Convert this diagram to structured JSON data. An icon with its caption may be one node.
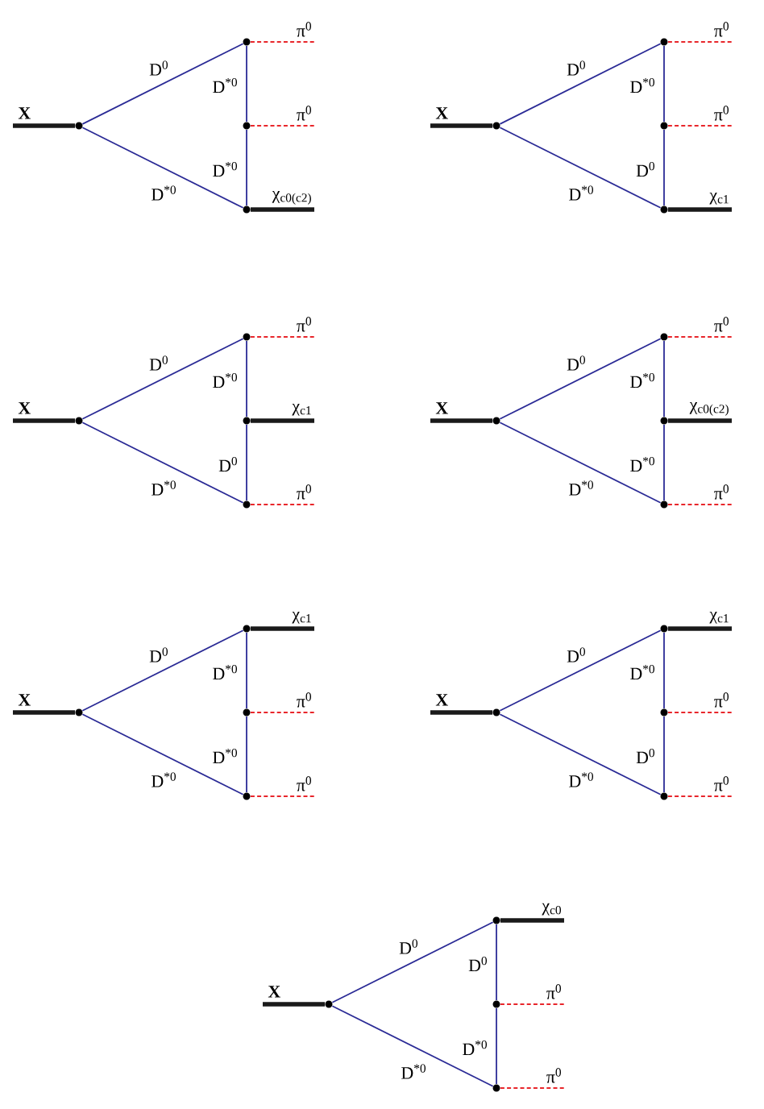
{
  "diagram": {
    "nodes": [
      {
        "text": [],
        "shape": "circle"
      },
      {
        "text": [],
        "shape": "circle"
      },
      {
        "text": [],
        "shape": "circle"
      },
      {
        "text": [],
        "shape": "circle"
      },
      {
        "text": [],
        "shape": "circle"
      },
      {
        "text": [],
        "shape": "circle"
      },
      {
        "text": [],
        "shape": "circle"
      },
      {
        "text": [],
        "shape": "circle"
      },
      {
        "text": [],
        "shape": "circle"
      },
      {
        "text": [],
        "shape": "circle"
      },
      {
        "text": [],
        "shape": "circle"
      },
      {
        "text": [],
        "shape": "circle"
      },
      {
        "text": [],
        "shape": "circle"
      },
      {
        "text": [],
        "shape": "circle"
      },
      {
        "text": [],
        "shape": "circle"
      },
      {
        "text": [],
        "shape": "circle"
      },
      {
        "text": [],
        "shape": "circle"
      },
      {
        "text": [],
        "shape": "circle"
      },
      {
        "text": [],
        "shape": "circle"
      },
      {
        "text": [],
        "shape": "circle"
      },
      {
        "text": [],
        "shape": "circle"
      },
      {
        "text": [],
        "shape": "circle"
      },
      {
        "text": [],
        "shape": "circle"
      },
      {
        "text": [],
        "shape": "circle"
      },
      {
        "text": [],
        "shape": "circle"
      },
      {
        "text": [],
        "shape": "circle"
      },
      {
        "text": [],
        "shape": "circle"
      },
      {
        "text": [],
        "shape": "circle"
      }
    ],
    "edges": [
      {
        "from": null,
        "to": 0,
        "arrow": "none",
        "label": "X",
        "style": "thick",
        "color": "#1a1a1a"
      },
      {
        "from": 0,
        "to": 1,
        "arrow": "none",
        "label": "D$^{0}$"
      },
      {
        "from": 0,
        "to": 3,
        "arrow": "none",
        "label": "D$^{*0}$"
      },
      {
        "from": 1,
        "to": 2,
        "arrow": "none",
        "label": "D$^{*0}$"
      },
      {
        "from": 2,
        "to": 3,
        "arrow": "none",
        "label": "D$^{*0}$"
      },
      {
        "from": 1,
        "to": null,
        "arrow": "none",
        "label": "π$^{0}$",
        "style": "dashed",
        "color": "#e8262b"
      },
      {
        "from": 2,
        "to": null,
        "arrow": "none",
        "label": "π$^{0}$",
        "style": "dashed",
        "color": "#e8262b"
      },
      {
        "from": 3,
        "to": null,
        "arrow": "none",
        "label": "χ$_{c0(c2)}$",
        "style": "thick",
        "color": "#1a1a1a"
      },
      {
        "from": null,
        "to": 4,
        "arrow": "none",
        "label": "X",
        "style": "thick",
        "color": "#1a1a1a"
      },
      {
        "from": 4,
        "to": 5,
        "arrow": "none",
        "label": "D$^{0}$"
      },
      {
        "from": 4,
        "to": 7,
        "arrow": "none",
        "label": "D$^{*0}$"
      },
      {
        "from": 5,
        "to": 6,
        "arrow": "none",
        "label": "D$^{*0}$"
      },
      {
        "from": 6,
        "to": 7,
        "arrow": "none",
        "label": "D$^{0}$"
      },
      {
        "from": 5,
        "to": null,
        "arrow": "none",
        "label": "π$^{0}$",
        "style": "dashed",
        "color": "#e8262b"
      },
      {
        "from": 6,
        "to": null,
        "arrow": "none",
        "label": "π$^{0}$",
        "style": "dashed",
        "color": "#e8262b"
      },
      {
        "from": 7,
        "to": null,
        "arrow": "none",
        "label": "χ$_{c1}$",
        "style": "thick",
        "color": "#1a1a1a"
      },
      {
        "from": null,
        "to": 8,
        "arrow": "none",
        "label": "X",
        "style": "thick",
        "color": "#1a1a1a"
      },
      {
        "from": 8,
        "to": 9,
        "arrow": "none",
        "label": "D$^{0}$"
      },
      {
        "from": 8,
        "to": 11,
        "arrow": "none",
        "label": "D$^{*0}$"
      },
      {
        "from": 9,
        "to": 10,
        "arrow": "none",
        "label": "D$^{*0}$"
      },
      {
        "from": 10,
        "to": 11,
        "arrow": "none",
        "label": "D$^{0}$"
      },
      {
        "from": 9,
        "to": null,
        "arrow": "none",
        "label": "π$^{0}$",
        "style": "dashed",
        "color": "#e8262b"
      },
      {
        "from": 10,
        "to": null,
        "arrow": "none",
        "label": "χ$_{c1}$",
        "style": "thick",
        "color": "#1a1a1a"
      },
      {
        "from": 11,
        "to": null,
        "arrow": "none",
        "label": "π$^{0}$",
        "style": "dashed",
        "color": "#e8262b"
      },
      {
        "from": null,
        "to": 12,
        "arrow": "none",
        "label": "X",
        "style": "thick",
        "color": "#1a1a1a"
      },
      {
        "from": 12,
        "to": 13,
        "arrow": "none",
        "label": "D$^{0}$"
      },
      {
        "from": 12,
        "to": 15,
        "arrow": "none",
        "label": "D$^{*0}$"
      },
      {
        "from": 13,
        "to": 14,
        "arrow": "none",
        "label": "D$^{*0}$"
      },
      {
        "from": 14,
        "to": 15,
        "arrow": "none",
        "label": "D$^{*0}$"
      },
      {
        "from": 13,
        "to": null,
        "arrow": "none",
        "label": "π$^{0}$",
        "style": "dashed",
        "color": "#e8262b"
      },
      {
        "from": 14,
        "to": null,
        "arrow": "none",
        "label": "χ$_{c0(c2)}$",
        "style": "thick",
        "color": "#1a1a1a"
      },
      {
        "from": 15,
        "to": null,
        "arrow": "none",
        "label": "π$^{0}$",
        "style": "dashed",
        "color": "#e8262b"
      },
      {
        "from": null,
        "to": 16,
        "arrow": "none",
        "label": "X",
        "style": "thick",
        "color": "#1a1a1a"
      },
      {
        "from": 16,
        "to": 17,
        "arrow": "none",
        "label": "D$^{0}$"
      },
      {
        "from": 16,
        "to": 19,
        "arrow": "none",
        "label": "D$^{*0}$"
      },
      {
        "from": 17,
        "to": 18,
        "arrow": "none",
        "label": "D$^{*0}$"
      },
      {
        "from": 18,
        "to": 19,
        "arrow": "none",
        "label": "D$^{*0}$"
      },
      {
        "from": 17,
        "to": null,
        "arrow": "none",
        "label": "χ$_{c1}$",
        "style": "thick",
        "color": "#1a1a1a"
      },
      {
        "from": 18,
        "to": null,
        "arrow": "none",
        "label": "π$^{0}$",
        "style": "dashed",
        "color": "#e8262b"
      },
      {
        "from": 19,
        "to": null,
        "arrow": "none",
        "label": "π$^{0}$",
        "style": "dashed",
        "color": "#e8262b"
      },
      {
        "from": null,
        "to": 20,
        "arrow": "none",
        "label": "X",
        "style": "thick",
        "color": "#1a1a1a"
      },
      {
        "from": 20,
        "to": 21,
        "arrow": "none",
        "label": "D$^{0}$"
      },
      {
        "from": 20,
        "to": 23,
        "arrow": "none",
        "label": "D$^{*0}$"
      },
      {
        "from": 21,
        "to": 22,
        "arrow": "none",
        "label": "D$^{*0}$"
      },
      {
        "from": 22,
        "to": 23,
        "arrow": "none",
        "label": "D$^{0}$"
      },
      {
        "from": 21,
        "to": null,
        "arrow": "none",
        "label": "χ$_{c1}$",
        "style": "thick",
        "color": "#1a1a1a"
      },
      {
        "from": 22,
        "to": null,
        "arrow": "none",
        "label": "π$^{0}$",
        "style": "dashed",
        "color": "#e8262b"
      },
      {
        "from": 23,
        "to": null,
        "arrow": "none",
        "label": "π$^{0}$",
        "style": "dashed",
        "color": "#e8262b"
      },
      {
        "from": null,
        "to": 24,
        "arrow": "none",
        "label": "X",
        "style": "thick",
        "color": "#1a1a1a"
      },
      {
        "from": 24,
        "to": 25,
        "arrow": "none",
        "label": "D$^{0}$"
      },
      {
        "from": 24,
        "to": 27,
        "arrow": "none",
        "label": "D$^{*0}$"
      },
      {
        "from": 25,
        "to": 26,
        "arrow": "none",
        "label": "D$^{0}$"
      },
      {
        "from": 26,
        "to": 27,
        "arrow": "none",
        "label": "D$^{*0}$"
      },
      {
        "from": 25,
        "to": null,
        "arrow": "none",
        "label": "χ$_{c0}$",
        "style": "thick",
        "color": "#1a1a1a"
      },
      {
        "from": 26,
        "to": null,
        "arrow": "none",
        "label": "π$^{0}$",
        "style": "dashed",
        "color": "#e8262b"
      },
      {
        "from": 27,
        "to": null,
        "arrow": "none",
        "label": "π$^{0}$",
        "style": "dashed",
        "color": "#e8262b"
      }
    ]
  }
}
